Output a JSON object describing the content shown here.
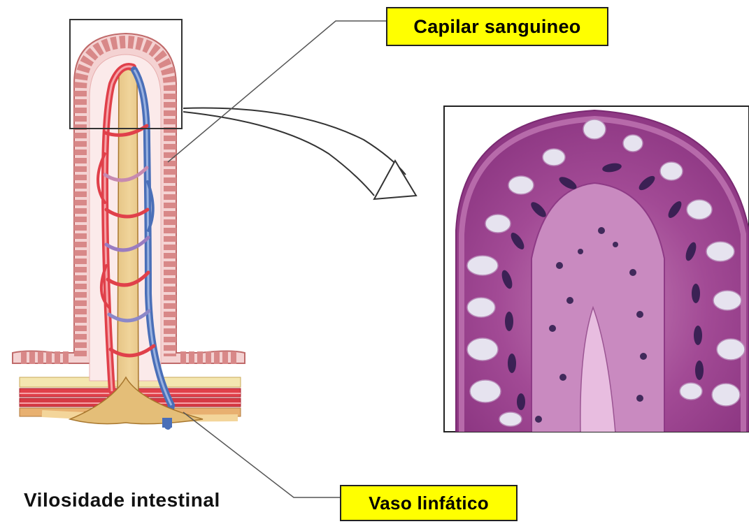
{
  "labels": {
    "capillary": "Capilar sanguineo",
    "lymphatic": "Vaso linfático",
    "caption": "Vilosidade intestinal"
  },
  "colors": {
    "label_fill": "#ffff00",
    "artery": "#e0404a",
    "vein": "#4a6fb8",
    "lacteal": "#d9b36a",
    "epithelium": "#e9a9a9",
    "tissue_background": "#9a3f8e",
    "nuclei": "#2a1a4a"
  }
}
